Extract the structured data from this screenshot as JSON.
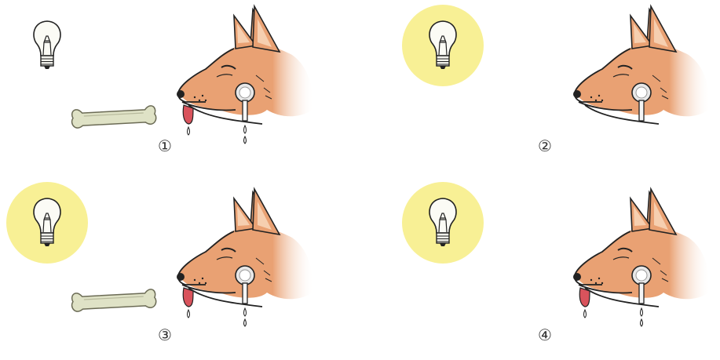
{
  "panels": [
    {
      "label": "①",
      "light_on": false,
      "bone": true,
      "saliva": true
    },
    {
      "label": "②",
      "light_on": true,
      "bone": false,
      "saliva": false
    },
    {
      "label": "③",
      "light_on": true,
      "bone": true,
      "saliva": true
    },
    {
      "label": "④",
      "light_on": true,
      "bone": false,
      "saliva": true
    }
  ],
  "colors": {
    "glow": "#f7ee8a",
    "fur": "#e9a173",
    "fur_light": "#f6cfb0",
    "bone": "#dfe2c6",
    "tongue": "#d9535c",
    "outline": "#222222"
  },
  "icons": [
    "light-bulb-icon",
    "bone-icon",
    "dog-head-icon",
    "saliva-tube-icon"
  ]
}
